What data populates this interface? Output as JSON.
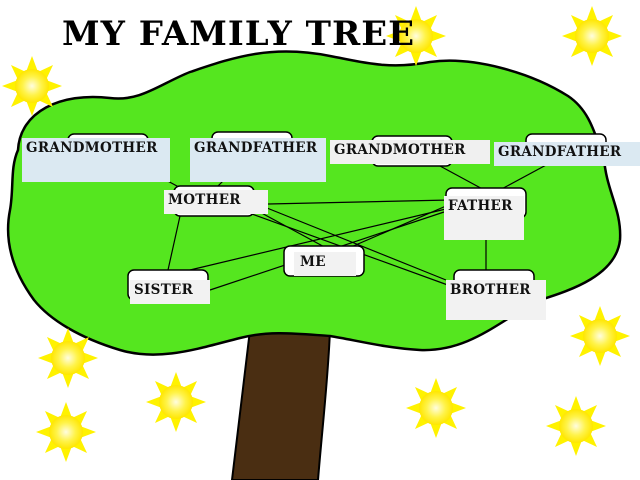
{
  "title": "MY FAMILY TREE",
  "members": {
    "grandmother_left": "GRANDMOTHER",
    "grandfather_left": "GRANDFATHER",
    "grandmother_right": "GRANDMOTHER",
    "grandfather_right": "GRANDFATHER",
    "mother": "MOTHER",
    "father": "FATHER",
    "me": "ME",
    "sister": "SISTER",
    "brother": "BROTHER"
  },
  "colors": {
    "tree_green": "#55e61f",
    "trunk_brown": "#4a2e12",
    "sun_yellow": "#ffee00",
    "sun_glow": "#fffca0",
    "label_blue": "#dbe9f2"
  },
  "icons": [
    "sun-icon"
  ]
}
